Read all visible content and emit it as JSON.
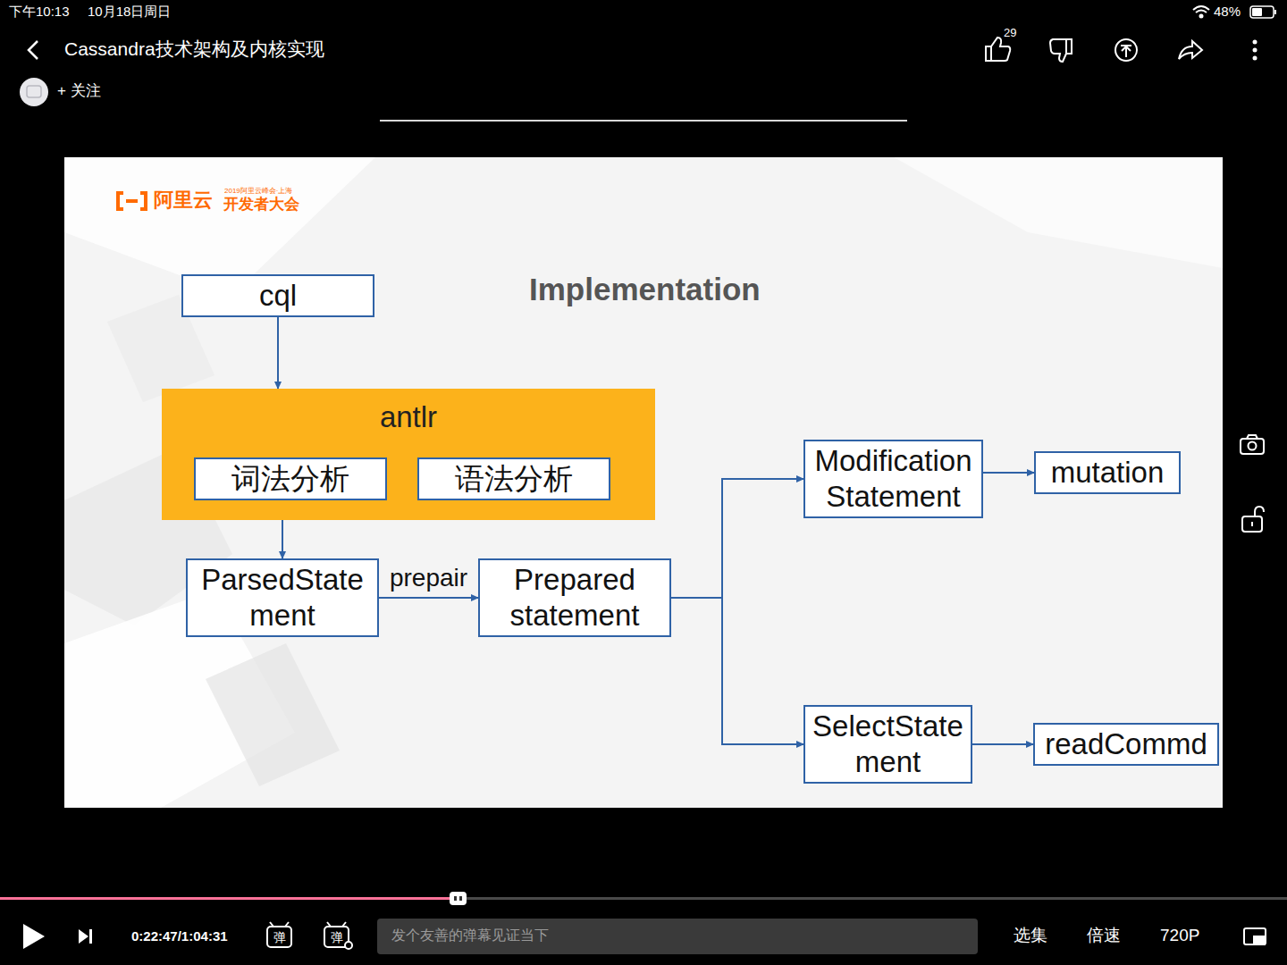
{
  "diagram": {
    "title": "Implementation",
    "nodes": [
      {
        "text": [
          "cql"
        ]
      },
      {
        "text": [
          "antlr"
        ]
      },
      {
        "text": [
          "词法分析"
        ],
        "in": 1
      },
      {
        "text": [
          "语法分析"
        ],
        "in": 1
      },
      {
        "text": [
          "ParsedState ment"
        ]
      },
      {
        "text": [
          "Prepared statement"
        ]
      },
      {
        "text": [
          "Modification Statement"
        ]
      },
      {
        "text": [
          "mutation"
        ]
      },
      {
        "text": [
          "SelectState ment"
        ]
      },
      {
        "text": [
          "readCommd"
        ]
      }
    ],
    "edges": [
      {
        "from": 0,
        "to": 1,
        "arrow": "to"
      },
      {
        "from": 2,
        "to": 3,
        "arrow": "to"
      },
      {
        "from": 1,
        "to": 4,
        "arrow": "to"
      },
      {
        "from": 4,
        "to": 5,
        "label": "prepair",
        "arrow": "to"
      },
      {
        "from": 5,
        "to": 6,
        "arrow": "to"
      },
      {
        "from": 5,
        "to": 8,
        "arrow": "to"
      },
      {
        "from": 6,
        "to": 7,
        "arrow": "to"
      },
      {
        "from": 8,
        "to": 9,
        "arrow": "to"
      }
    ],
    "labels": [
      "下午10:13",
      "10月18日周日",
      "48%",
      "Cassandra技术架构及内核实现",
      "29",
      "+ 关注",
      "阿里云",
      "2019阿里云峰会·上海",
      "开发者大会",
      "弹",
      "弹",
      "0:22:47/1:04:31",
      "发个友善的弹幕见证当下",
      "选集",
      "倍速",
      "720P"
    ]
  }
}
